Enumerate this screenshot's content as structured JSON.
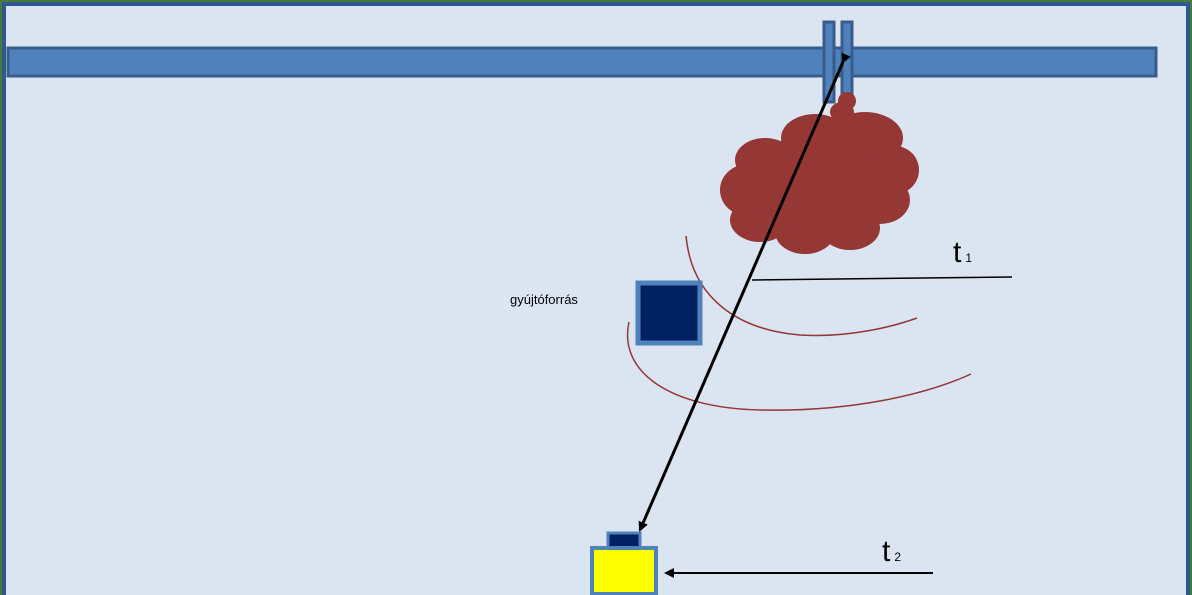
{
  "labels": {
    "ignition_source": "gyújtóforrás",
    "t1_letter": "t",
    "t1_sub": "1",
    "t2_letter": "t",
    "t2_sub": "2"
  },
  "colors": {
    "background": "#dbe5f1",
    "frame": "#2f5a8f",
    "pipe": "#4f81bd",
    "pipe_stroke": "#385d8a",
    "cloud": "#953735",
    "ignition_box": "#002060",
    "detector": "#ffff00",
    "detector_head": "#002060",
    "wave": "#953735",
    "arrow": "#000000"
  },
  "icons": {
    "cloud": "gas-cloud-icon",
    "ignition": "ignition-source-icon",
    "detector": "gas-detector-icon"
  }
}
